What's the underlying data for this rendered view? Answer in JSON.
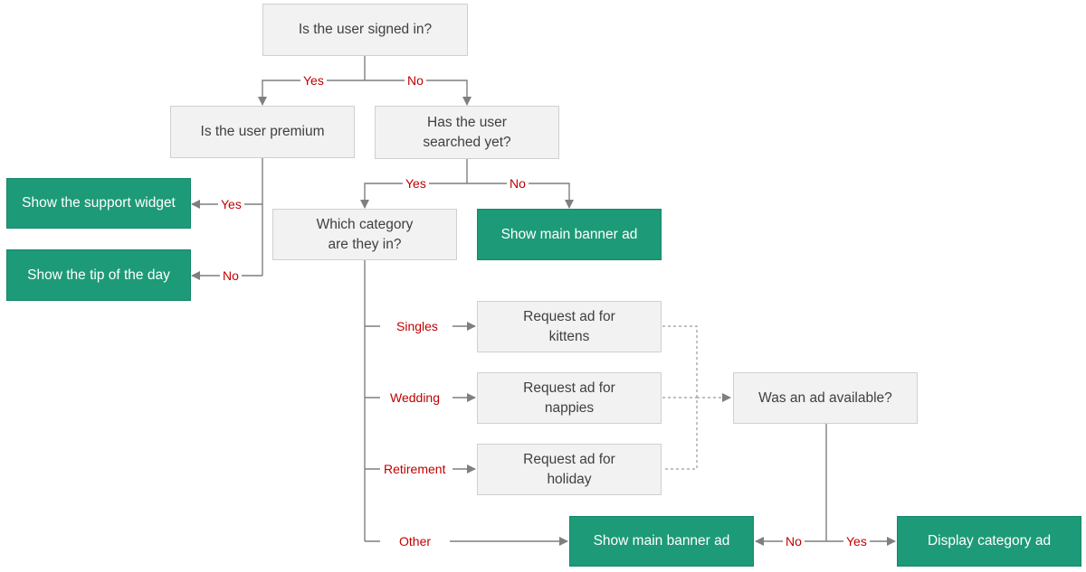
{
  "nodes": {
    "signed_in": "Is the user signed in?",
    "premium": "Is the user premium",
    "searched": "Has the user\nsearched yet?",
    "support_widget": "Show the support widget",
    "tip_of_day": "Show the tip of the day",
    "category": "Which category\nare they in?",
    "main_banner_top": "Show main banner ad",
    "req_kittens": "Request ad for\nkittens",
    "req_nappies": "Request ad for\nnappies",
    "req_holiday": "Request ad for\nholiday",
    "ad_available": "Was an ad available?",
    "main_banner_bottom": "Show main banner ad",
    "display_category": "Display category ad"
  },
  "labels": {
    "signed_yes": "Yes",
    "signed_no": "No",
    "premium_yes": "Yes",
    "premium_no": "No",
    "searched_yes": "Yes",
    "searched_no": "No",
    "singles": "Singles",
    "wedding": "Wedding",
    "retirement": "Retirement",
    "other": "Other",
    "avail_no": "No",
    "avail_yes": "Yes"
  },
  "colors": {
    "terminal_fill": "#1d9a78",
    "box_fill": "#f2f2f2",
    "label_text": "#c00000",
    "line": "#7f7f7f"
  }
}
